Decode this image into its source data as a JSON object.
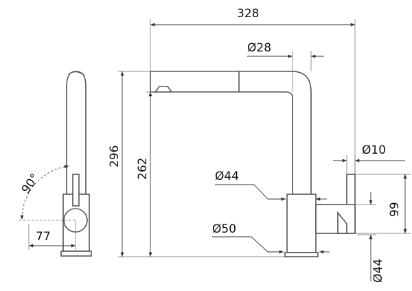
{
  "dimensions": {
    "overall_width": "328",
    "spout_diameter": "Ø28",
    "overall_height": "296",
    "spout_height": "262",
    "body_diameter": "Ø44",
    "base_diameter": "Ø50",
    "lever_diameter": "Ø10",
    "lever_height": "99",
    "hole_diameter": "Ø44",
    "lever_angle": "90°",
    "side_offset": "77"
  },
  "colors": {
    "outline": "#555555",
    "dimension_line": "#333333",
    "text": "#111111"
  }
}
